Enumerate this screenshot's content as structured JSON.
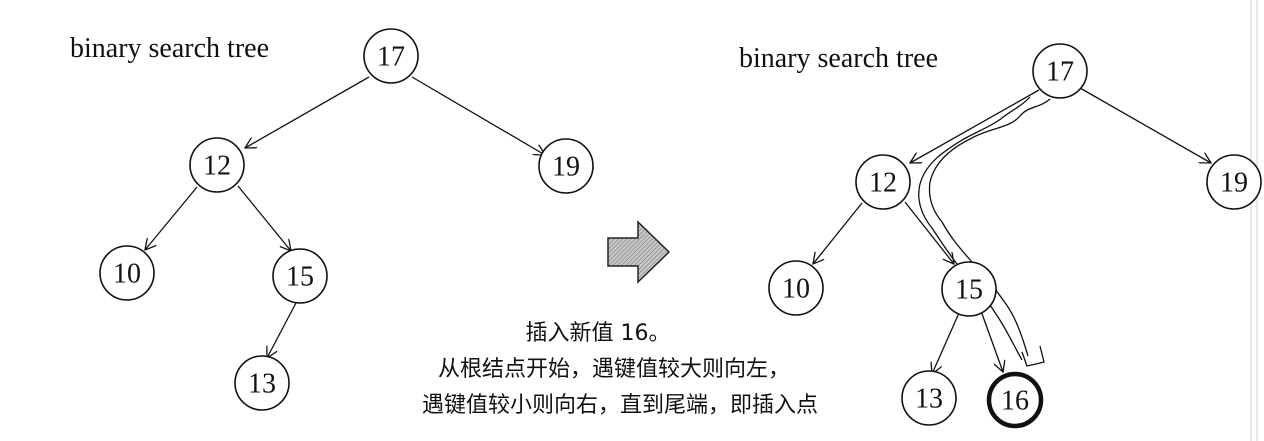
{
  "colors": {
    "ink": "#111111",
    "background": "#ffffff",
    "arrow_fill": "#9a9a9a",
    "frame": "#cfcfcf"
  },
  "left_panel": {
    "title": "binary search tree",
    "nodes": [
      "17",
      "12",
      "19",
      "10",
      "15",
      "13"
    ]
  },
  "arrow": {
    "icon": "right-arrow-icon"
  },
  "right_panel": {
    "title": "binary search tree",
    "nodes": [
      "17",
      "12",
      "19",
      "10",
      "15",
      "13",
      "16"
    ],
    "inserted_value": "16"
  },
  "caption": {
    "line1": "插入新值 16。",
    "line2": "从根结点开始，遇键值较大则向左，",
    "line3": "遇键值较小则向右，直到尾端，即插入点"
  }
}
